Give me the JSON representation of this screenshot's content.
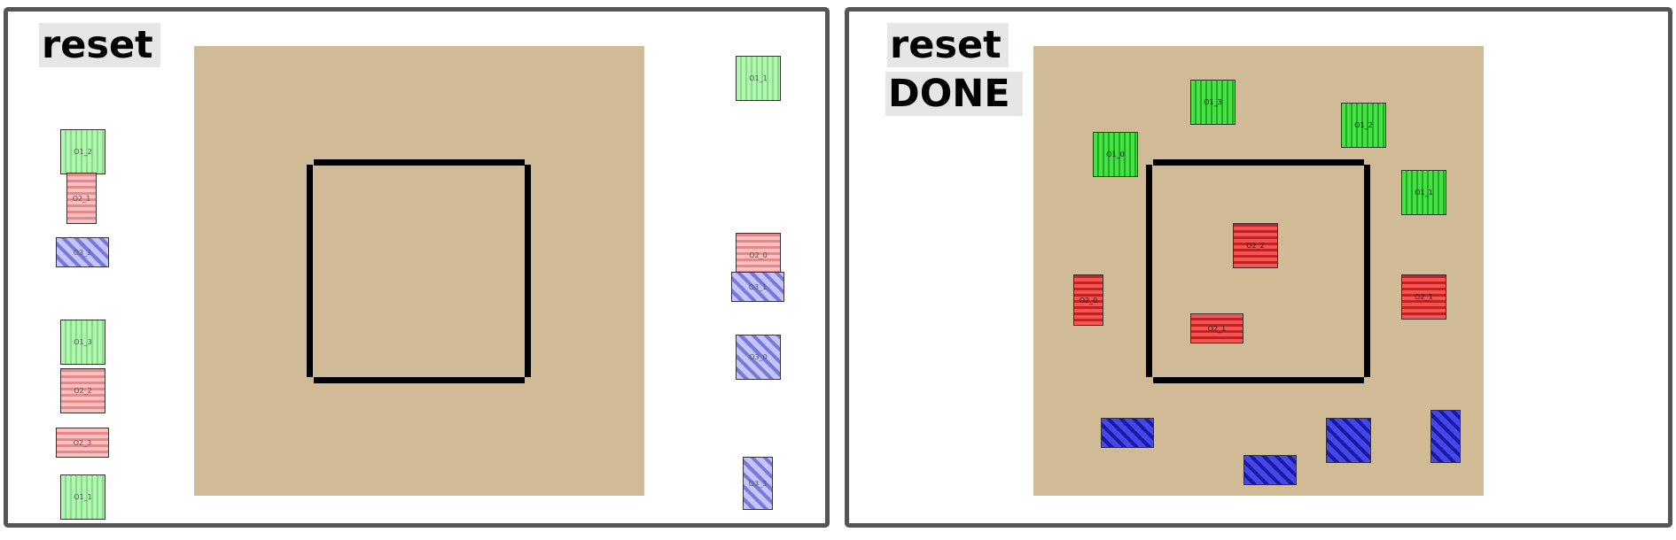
{
  "left": {
    "reset_label": "reset",
    "pieces": {
      "g1": "O1_2",
      "g2": "O1_3",
      "g3": "O1_1",
      "g4": "O1_1",
      "r1": "O2_1",
      "r2": "O2_2",
      "r3": "O2_3",
      "r4": "O2_0",
      "b1": "O3_2",
      "b2": "O3_1",
      "b3": "O3_0",
      "b4": "O3_3"
    }
  },
  "right": {
    "reset_label": "reset",
    "done_label": "DONE",
    "pieces": {
      "g1": "O1_3",
      "g2": "O1_2",
      "g3": "O1_0",
      "g4": "O1_1",
      "r1": "O2_2",
      "r2": "O2_0",
      "r3": "O2_1",
      "r4": "O2_1",
      "b1": "",
      "b2": "",
      "b3": "",
      "b4": ""
    }
  },
  "colors": {
    "board": "#d1ba96",
    "wall": "#000000",
    "green": "#44e044",
    "red": "#f05656",
    "blue": "#4646ee",
    "button_bg": "#e6e6e6"
  }
}
